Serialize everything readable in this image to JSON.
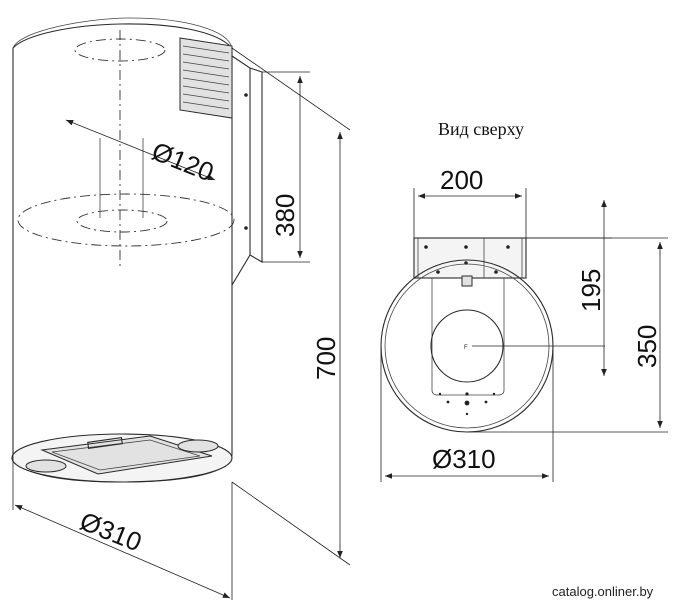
{
  "title_top_view": "Вид сверху",
  "dimensions": {
    "side_inner_diameter": "Ø120",
    "side_duct_height": "380",
    "side_total_height": "700",
    "side_diameter": "Ø310",
    "top_width": "200",
    "top_195": "195",
    "top_350": "350",
    "top_diameter": "Ø310"
  },
  "marker_letter": "F",
  "watermark": "catalog.onliner.by"
}
